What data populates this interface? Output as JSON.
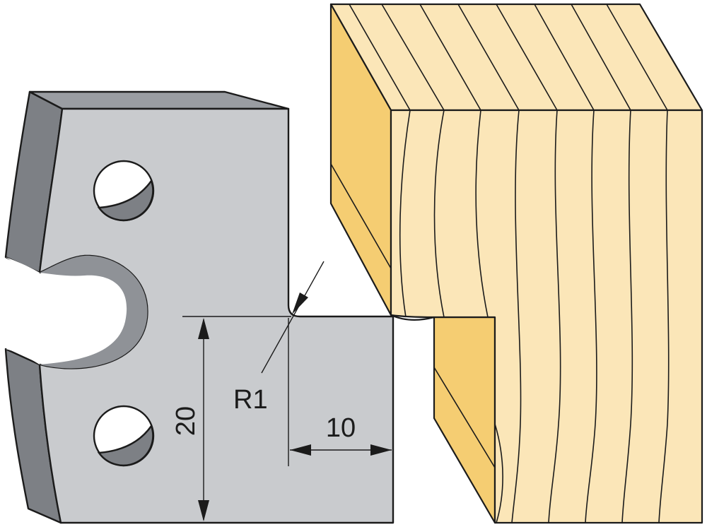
{
  "dimensions": {
    "radius_label": "R1",
    "height_label": "20",
    "width_label": "10"
  },
  "colors": {
    "steel_face": "#c9cbce",
    "steel_edge": "#7d8085",
    "wood_face": "#fbe6b8",
    "wood_side": "#f5cd72",
    "outline": "#1b1b1b",
    "background": "#ffffff"
  }
}
